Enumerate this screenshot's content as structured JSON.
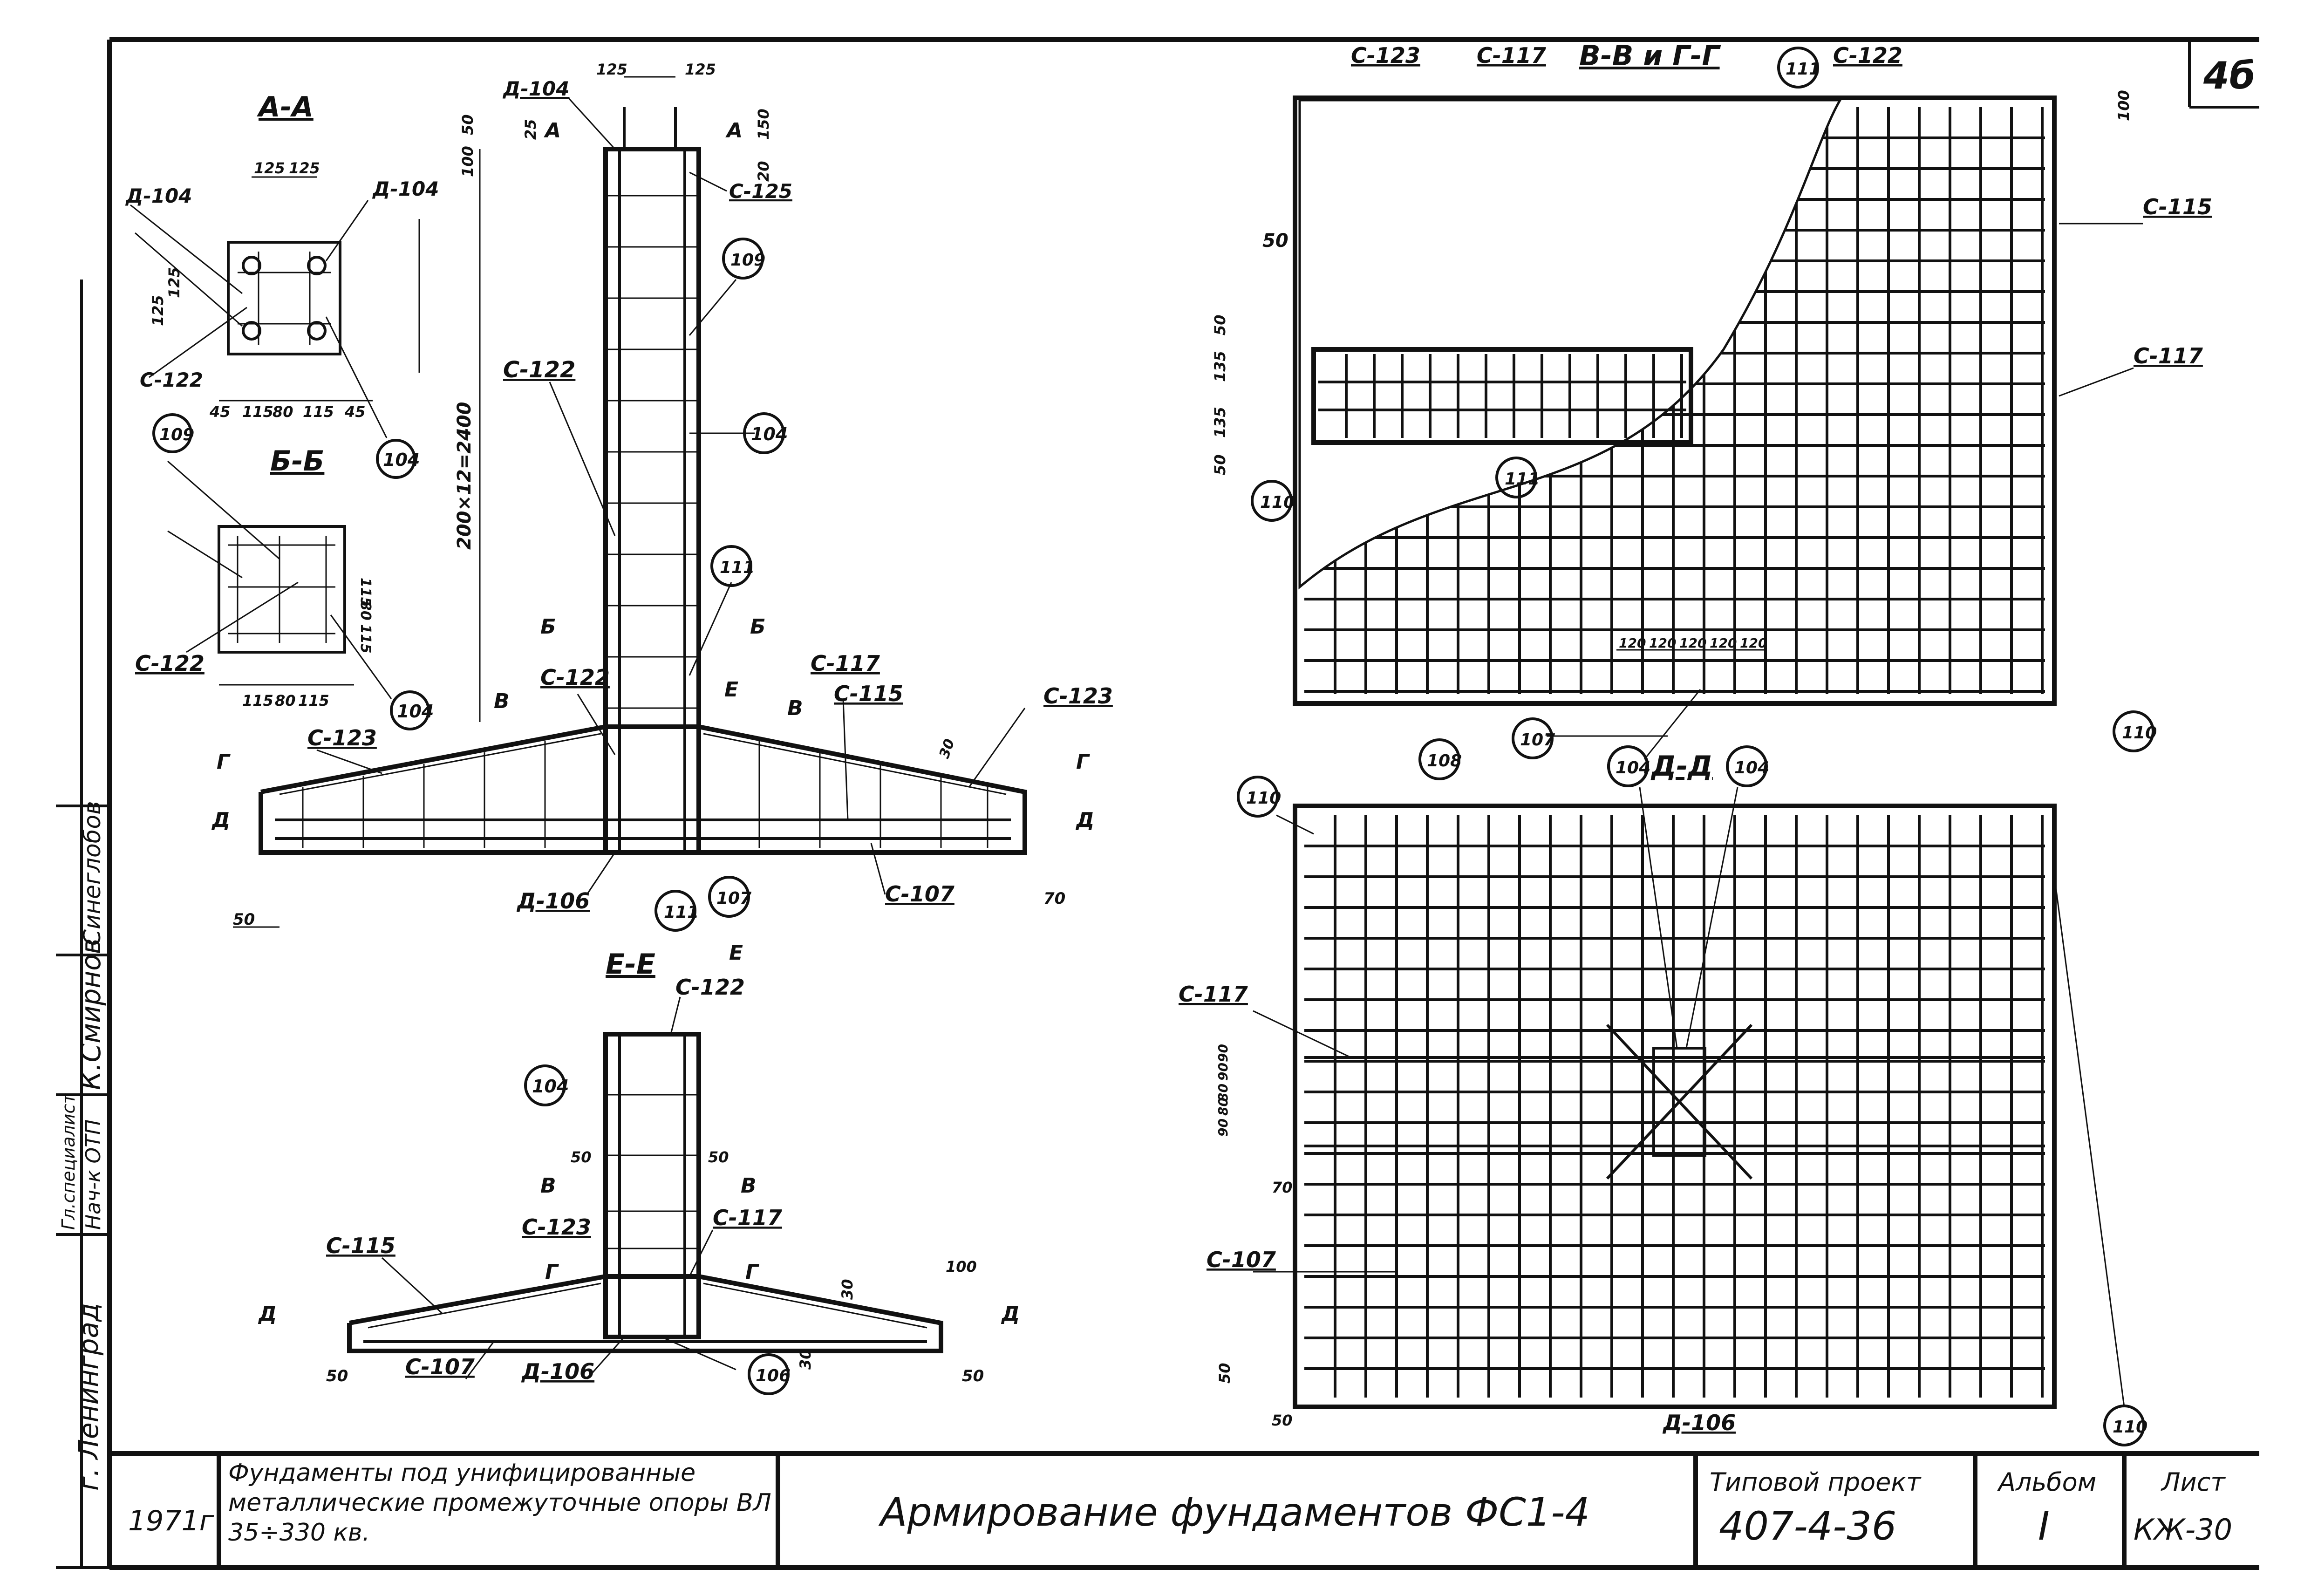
{
  "corner_sheet_mark": "4б",
  "views": {
    "aa": {
      "title": "А-А",
      "labels": [
        "Д-104",
        "Д-104",
        "С-122",
        "104"
      ],
      "dims": [
        "125",
        "125",
        "45",
        "115",
        "80",
        "115",
        "45",
        "125",
        "125"
      ]
    },
    "bb": {
      "title": "Б-Б",
      "labels": [
        "109",
        "С-122",
        "104"
      ],
      "dims": [
        "115",
        "80",
        "115",
        "115",
        "80",
        "115"
      ]
    },
    "elevation": {
      "labels": [
        "Д-104",
        "С-125",
        "109",
        "С-122",
        "104",
        "111",
        "С-122",
        "С-117",
        "С-115",
        "С-123",
        "С-123",
        "Д-106",
        "111",
        "107",
        "С-107"
      ],
      "dims": [
        "125",
        "125",
        "25",
        "150",
        "20",
        "100",
        "50",
        "200×12=2400",
        "50",
        "70",
        "30"
      ],
      "cuts": [
        "А",
        "А",
        "Б",
        "Б",
        "В",
        "В",
        "Г",
        "Г",
        "Д",
        "Д",
        "Е",
        "Е"
      ]
    },
    "ee": {
      "title": "Е-Е",
      "labels": [
        "С-122",
        "104",
        "С-123",
        "С-117",
        "С-115",
        "С-107",
        "Д-106",
        "106"
      ],
      "dims": [
        "50",
        "50",
        "100",
        "30",
        "50",
        "30",
        "50"
      ],
      "cuts": [
        "В",
        "В",
        "Г",
        "Г",
        "Д",
        "Д"
      ]
    },
    "vv_gg": {
      "title": "В-В и Г-Г",
      "labels": [
        "С-123",
        "С-117",
        "111",
        "С-122",
        "С-115",
        "С-117",
        "110",
        "111",
        "110",
        "107",
        "104"
      ],
      "dims": [
        "100",
        "50",
        "50",
        "135",
        "135",
        "50",
        "120",
        "120",
        "120",
        "120",
        "120"
      ]
    },
    "dd": {
      "title": "Д-Д",
      "labels": [
        "110",
        "108",
        "104",
        "104",
        "С-117",
        "С-107",
        "Д-106",
        "110"
      ],
      "dims": [
        "90",
        "90",
        "80",
        "80",
        "90",
        "70",
        "50",
        "50"
      ]
    }
  },
  "side_stamp": {
    "city": "г. Ленинград",
    "roles": [
      "Нач-к ОТП",
      "Гл.специалист"
    ],
    "names": [
      "Синеглобов"
    ],
    "signature": "К.Смирнов"
  },
  "title_block": {
    "year": "1971г",
    "project_description": "Фундаменты под унифицированные металлические промежуточные опоры ВЛ 35÷330 кв.",
    "drawing_title": "Армирование фундаментов ФС1-4",
    "project_label": "Типовой проект",
    "project_number": "407-4-36",
    "album_label": "Альбом",
    "album_number": "I",
    "sheet_label": "Лист",
    "sheet_number": "КЖ-30"
  }
}
